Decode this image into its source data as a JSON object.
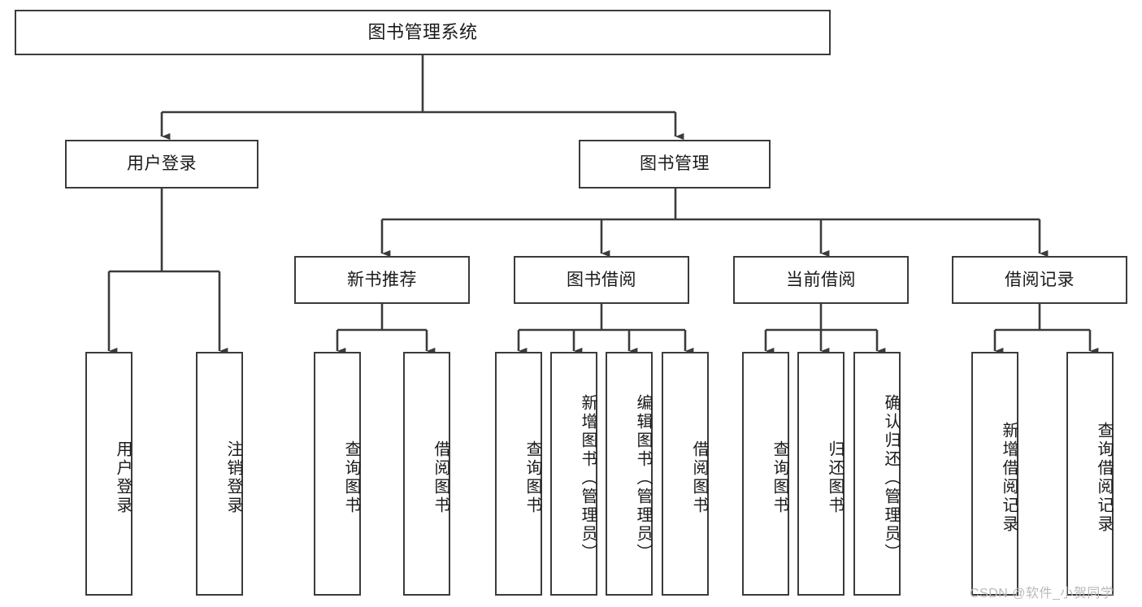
{
  "diagram": {
    "title": "图书管理系统",
    "watermark": "CSDN @软件_小贺同学",
    "line_color": "#3b3b3b",
    "box_fill": "#ffffff",
    "text_color": "#1a1a1a",
    "watermark_color": "#b9b9b9"
  },
  "root": {
    "label": "图书管理系统"
  },
  "level2": [
    {
      "label": "用户登录"
    },
    {
      "label": "图书管理"
    }
  ],
  "level3": [
    {
      "label": "新书推荐"
    },
    {
      "label": "图书借阅"
    },
    {
      "label": "当前借阅"
    },
    {
      "label": "借阅记录"
    }
  ],
  "leaves": {
    "user_login": [
      {
        "label": "用户登录"
      },
      {
        "label": "注销登录"
      }
    ],
    "new_book_recommend": [
      {
        "label": "查询图书"
      },
      {
        "label": "借阅图书"
      }
    ],
    "book_borrow": [
      {
        "label": "查询图书"
      },
      {
        "label": "新增图书（管理员）"
      },
      {
        "label": "编辑图书（管理员）"
      },
      {
        "label": "借阅图书"
      }
    ],
    "current_borrow": [
      {
        "label": "查询图书"
      },
      {
        "label": "归还图书"
      },
      {
        "label": "确认归还（管理员）"
      }
    ],
    "borrow_record": [
      {
        "label": "新增借阅记录"
      },
      {
        "label": "查询借阅记录"
      }
    ]
  }
}
